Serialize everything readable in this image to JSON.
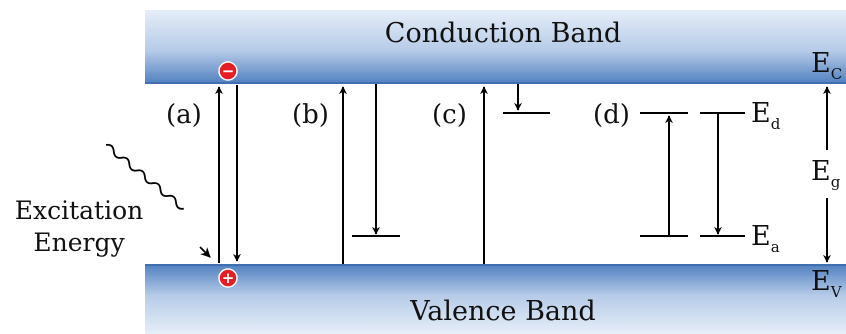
{
  "bands": {
    "conduction_label": "Conduction Band",
    "valence_label": "Valence Band"
  },
  "cases": {
    "a": "(a)",
    "b": "(b)",
    "c": "(c)",
    "d": "(d)"
  },
  "excitation": {
    "line1": "Excitation",
    "line2": "Energy"
  },
  "levels": {
    "E_C": {
      "main": "E",
      "sub": "C"
    },
    "E_V": {
      "main": "E",
      "sub": "V"
    },
    "E_g": {
      "main": "E",
      "sub": "g"
    },
    "E_d": {
      "main": "E",
      "sub": "d"
    },
    "E_a": {
      "main": "E",
      "sub": "a"
    }
  },
  "charges": {
    "electron": "−",
    "hole": "+"
  },
  "colors": {
    "band_dark": "#4f7fbf",
    "band_light": "#e6eef8",
    "charge_fill": "#e31e24",
    "line": "#000000"
  }
}
